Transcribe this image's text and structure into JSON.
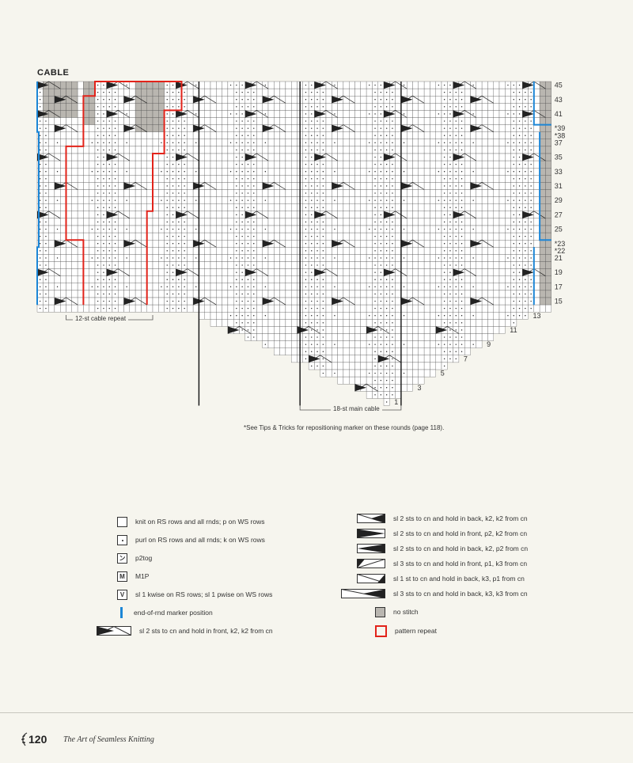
{
  "title": "CABLE",
  "row_labels_right": [
    {
      "row": 45,
      "text": "45"
    },
    {
      "row": 43,
      "text": "43"
    },
    {
      "row": 41,
      "text": "41"
    },
    {
      "row": 39,
      "text": "*39"
    },
    {
      "row": 38,
      "text": "*38"
    },
    {
      "row": 37,
      "text": "37"
    },
    {
      "row": 35,
      "text": "35"
    },
    {
      "row": 33,
      "text": "33"
    },
    {
      "row": 31,
      "text": "31"
    },
    {
      "row": 29,
      "text": "29"
    },
    {
      "row": 27,
      "text": "27"
    },
    {
      "row": 25,
      "text": "25"
    },
    {
      "row": 23,
      "text": "*23"
    },
    {
      "row": 22,
      "text": "*22"
    },
    {
      "row": 21,
      "text": "21"
    },
    {
      "row": 19,
      "text": "19"
    },
    {
      "row": 17,
      "text": "17"
    },
    {
      "row": 15,
      "text": "15"
    },
    {
      "row": 13,
      "text": "13"
    },
    {
      "row": 11,
      "text": "11"
    },
    {
      "row": 9,
      "text": "9"
    },
    {
      "row": 7,
      "text": "7"
    },
    {
      "row": 5,
      "text": "5"
    },
    {
      "row": 3,
      "text": "3"
    },
    {
      "row": 1,
      "text": "1"
    }
  ],
  "cable_repeat_label": "12-st cable repeat",
  "main_cable_label": "18-st main cable",
  "footnote": "*See Tips & Tricks for repositioning marker on these rounds (page 118).",
  "legend_left": [
    {
      "symbol": "knit",
      "text": "knit  on RS rows and all rnds; p on WS rows"
    },
    {
      "symbol": "purl",
      "text": "purl on RS rows and all rnds; k on WS rows"
    },
    {
      "symbol": "p2tog",
      "glyph": "ン",
      "text": "p2tog"
    },
    {
      "symbol": "m1p",
      "glyph": "M",
      "text": "M1P"
    },
    {
      "symbol": "sl1",
      "glyph": "V",
      "text": "sl 1 kwise on RS rows; sl 1 pwise on WS rows"
    },
    {
      "symbol": "marker",
      "text": "end-of-rnd marker position"
    },
    {
      "symbol": "cable-2-2-lc",
      "text": "sl 2 sts to cn and hold in front, k2, k2 from cn"
    }
  ],
  "legend_right": [
    {
      "symbol": "cable-2-2-rc",
      "text": "sl 2 sts to cn and hold in back, k2, k2 from cn"
    },
    {
      "symbol": "cable-2-2-lpc",
      "text": "sl 2 sts to cn and hold in front, p2, k2 from cn"
    },
    {
      "symbol": "cable-2-2-rpc",
      "text": "sl 2 sts to cn and hold in back, k2, p2 from cn"
    },
    {
      "symbol": "cable-3-1-lpc",
      "text": "sl 3 sts to cn and hold in front, p1, k3 from cn"
    },
    {
      "symbol": "cable-3-1-rpc",
      "text": "sl 1 st to cn and hold in back, k3, p1 from cn"
    },
    {
      "symbol": "cable-3-3-rc",
      "text": "sl 3 sts to cn and hold in back, k3, k3 from cn"
    },
    {
      "symbol": "no-stitch",
      "text": "no stitch"
    },
    {
      "symbol": "pattern-repeat",
      "text": "pattern repeat"
    }
  ],
  "colors": {
    "marker_blue": "#1c86d6",
    "repeat_red": "#e2231a",
    "no_stitch_gray": "#b9b6b0",
    "page_bg": "#f6f5ee"
  },
  "footer": {
    "page_number": "120",
    "book_title": "The Art of Seamless Knitting"
  }
}
